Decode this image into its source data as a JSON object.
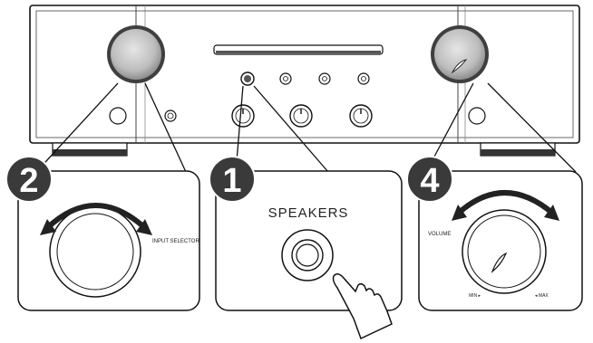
{
  "callouts": {
    "input_selector": {
      "step": "2",
      "label": "INPUT SELECTOR"
    },
    "speakers": {
      "step": "1",
      "label": "SPEAKERS"
    },
    "volume": {
      "step": "4",
      "label": "VOLUME",
      "min_label": "MIN ▸",
      "max_label": "◂ MAX"
    }
  },
  "icons": [
    "rotate-arrow-icon",
    "hand-pointer-icon",
    "headphone-jack-icon"
  ],
  "colors": {
    "badge": "#3a3a3a",
    "knob_dark": "#4a4a4a",
    "knob_light": "#c8c8c8",
    "outline": "#111111"
  }
}
